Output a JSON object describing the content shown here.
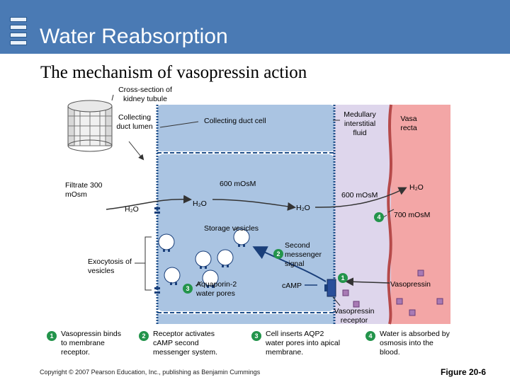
{
  "header": {
    "title": "Water Reabsorption",
    "subtitle": "The mechanism of vasopressin action"
  },
  "diagram": {
    "cross_section_label": "Cross-section of kidney tubule",
    "collecting_duct_lumen": "Collecting duct lumen",
    "collecting_duct_cell": "Collecting duct cell",
    "medullary_interstitial_fluid": "Medullary interstitial fluid",
    "vasa_recta": "Vasa recta",
    "filtrate": "Filtrate 300 mOsm",
    "cell_osm": "600 mOsM",
    "interstitial_osm": "600 mOsM",
    "blood_osm": "700 mOsM",
    "h2o_lumen": "H₂O",
    "h2o_cell_left": "H₂O",
    "h2o_cell_right": "H₂O",
    "h2o_vasa": "H₂O",
    "storage_vesicles": "Storage vesicles",
    "exocytosis": "Exocytosis of vesicles",
    "second_messenger": "Second messenger signal",
    "aquaporin": "Aquaporin-2 water pores",
    "camp": "cAMP",
    "vasopressin": "Vasopressin",
    "vasopressin_receptor": "Vasopressin receptor",
    "marker_1": "1",
    "marker_2": "2",
    "marker_3": "3",
    "marker_4": "4"
  },
  "steps": [
    {
      "num": "1",
      "text": "Vasopressin binds to membrane receptor."
    },
    {
      "num": "2",
      "text": "Receptor activates cAMP second messenger system."
    },
    {
      "num": "3",
      "text": "Cell inserts AQP2 water pores into apical membrane."
    },
    {
      "num": "4",
      "text": "Water is absorbed by osmosis into the blood."
    }
  ],
  "footer": {
    "copyright": "Copyright © 2007 Pearson Education, Inc., publishing as Benjamin Cummings",
    "figure": "Figure 20-6"
  },
  "colors": {
    "title_bar": "#4a7ab4",
    "cell": "#aac4e2",
    "interstitial": "#ded6ec",
    "vasa": "#f3a6a6",
    "step_green": "#23944b"
  }
}
